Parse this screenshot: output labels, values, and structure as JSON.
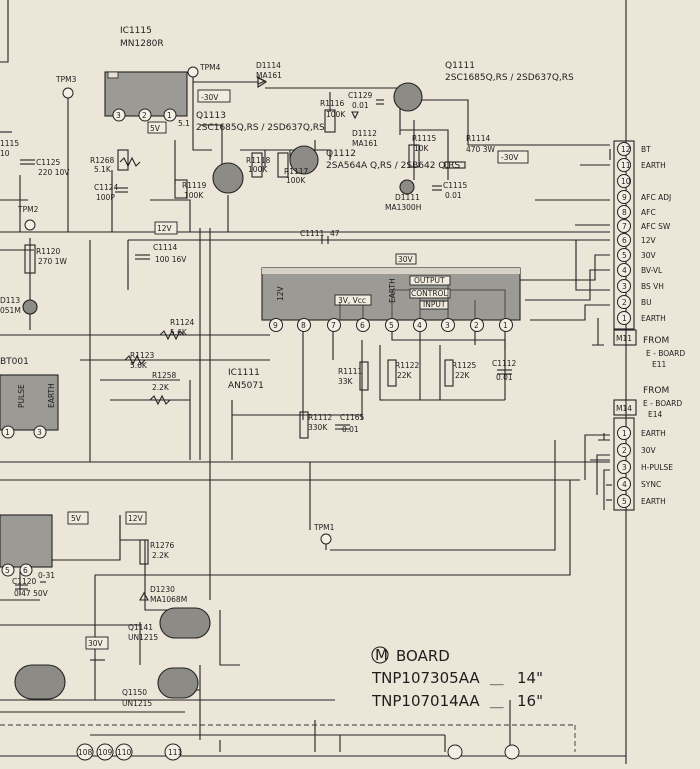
{
  "ics": {
    "ic1115_ref": "IC1115",
    "ic1115_part": "MN1280R",
    "ic1111_ref": "IC1111",
    "ic1111_part": "AN5071",
    "ic1111_blocks": [
      "OUTPUT",
      "CONTROL",
      "INPUT",
      "3V, Vcc",
      "EARTH",
      "12V"
    ]
  },
  "transistors": [
    {
      "ref": "Q1111",
      "parts": "2SC1685Q,RS / 2SD637Q,RS"
    },
    {
      "ref": "Q1113",
      "parts": "2SC1685Q,RS / 2SD637Q,RS"
    },
    {
      "ref": "Q1112",
      "parts": "2SA564A Q,RS / 2SB642 Q,RS"
    },
    {
      "ref": "Q1141",
      "parts": "UN1215"
    },
    {
      "ref": "Q1150",
      "parts": "UN1215"
    }
  ],
  "diodes": [
    {
      "ref": "D1114",
      "part": "MA161"
    },
    {
      "ref": "D1112",
      "part": "MA161"
    },
    {
      "ref": "D1111",
      "part": "MA1300H"
    },
    {
      "ref": "D1230",
      "part": "MA1068M"
    }
  ],
  "resistors": [
    {
      "ref": "R1116",
      "value": "100K"
    },
    {
      "ref": "R1118",
      "value": "100K"
    },
    {
      "ref": "R1117",
      "value": "100K"
    },
    {
      "ref": "R1119",
      "value": "100K"
    },
    {
      "ref": "R1268",
      "value": "5.1K"
    },
    {
      "ref": "R1115",
      "value": "10K"
    },
    {
      "ref": "R1114",
      "value": "470 3W"
    },
    {
      "ref": "R1120",
      "value": "270 1W"
    },
    {
      "ref": "R1124",
      "value": "5.6K"
    },
    {
      "ref": "R1123",
      "value": "5.6K"
    },
    {
      "ref": "R1258",
      "value": "2.2K"
    },
    {
      "ref": "R1111",
      "value": "33K"
    },
    {
      "ref": "R1122",
      "value": "22K"
    },
    {
      "ref": "R1125",
      "value": "22K"
    },
    {
      "ref": "R1112",
      "value": "330K"
    },
    {
      "ref": "R1276",
      "value": "2.2K"
    }
  ],
  "capacitors": [
    {
      "ref": "C1129",
      "value": "0.01"
    },
    {
      "ref": "C1125",
      "value": "220 10V"
    },
    {
      "ref": "C1124",
      "value": "100P"
    },
    {
      "ref": "C1115",
      "value": "0.01"
    },
    {
      "ref": "C1114",
      "value": "100 16V"
    },
    {
      "ref": "C1111",
      "value": "47"
    },
    {
      "ref": "C1112",
      "value": "0.01"
    },
    {
      "ref": "C1165",
      "value": "0.01"
    },
    {
      "ref": "C1120",
      "value": "0.47 50V"
    }
  ],
  "test_points": [
    "TPM3",
    "TPM4",
    "TPM2",
    "TPM1"
  ],
  "voltages": {
    "m30": "-30V",
    "v5": "5V",
    "v12": "12V",
    "v30": "30V"
  },
  "partial_labels": {
    "bt001": "BT001",
    "pulse": "PULSE",
    "earth": "EARTH",
    "d1113": "D113",
    "d1113_val": "051M",
    "cap_partial": "1115",
    "cap_partial2": "10"
  },
  "connector_m11": {
    "name": "M11",
    "from": "FROM",
    "from_board": "E - BOARD",
    "board_pin": "E11",
    "pins": [
      {
        "num": "12",
        "label": "BT"
      },
      {
        "num": "11",
        "label": "EARTH"
      },
      {
        "num": "10",
        "label": ""
      },
      {
        "num": "9",
        "label": "AFC ADJ"
      },
      {
        "num": "8",
        "label": "AFC"
      },
      {
        "num": "7",
        "label": "AFC SW"
      },
      {
        "num": "6",
        "label": "12V"
      },
      {
        "num": "5",
        "label": "30V"
      },
      {
        "num": "4",
        "label": "BV-VL"
      },
      {
        "num": "3",
        "label": "BS VH"
      },
      {
        "num": "2",
        "label": "BU"
      },
      {
        "num": "1",
        "label": "EARTH"
      }
    ]
  },
  "connector_m14": {
    "name": "M14",
    "from": "FROM",
    "from_board": "E - BOARD",
    "board_pin": "E14",
    "pins": [
      {
        "num": "1",
        "label": "EARTH"
      },
      {
        "num": "2",
        "label": "30V"
      },
      {
        "num": "3",
        "label": "H-PULSE"
      },
      {
        "num": "4",
        "label": "SYNC"
      },
      {
        "num": "5",
        "label": "EARTH"
      }
    ]
  },
  "board": {
    "symbol": "M",
    "title": "BOARD",
    "part1": "TNP107305AA",
    "size1": "14\"",
    "part2": "TNP107014AA",
    "size2": "16\""
  },
  "bottom_nodes": [
    "108",
    "109",
    "110",
    "111"
  ],
  "colors": {
    "paper": "#ece6d8",
    "ink": "#222222",
    "ic_fill": "#9c9a95"
  }
}
